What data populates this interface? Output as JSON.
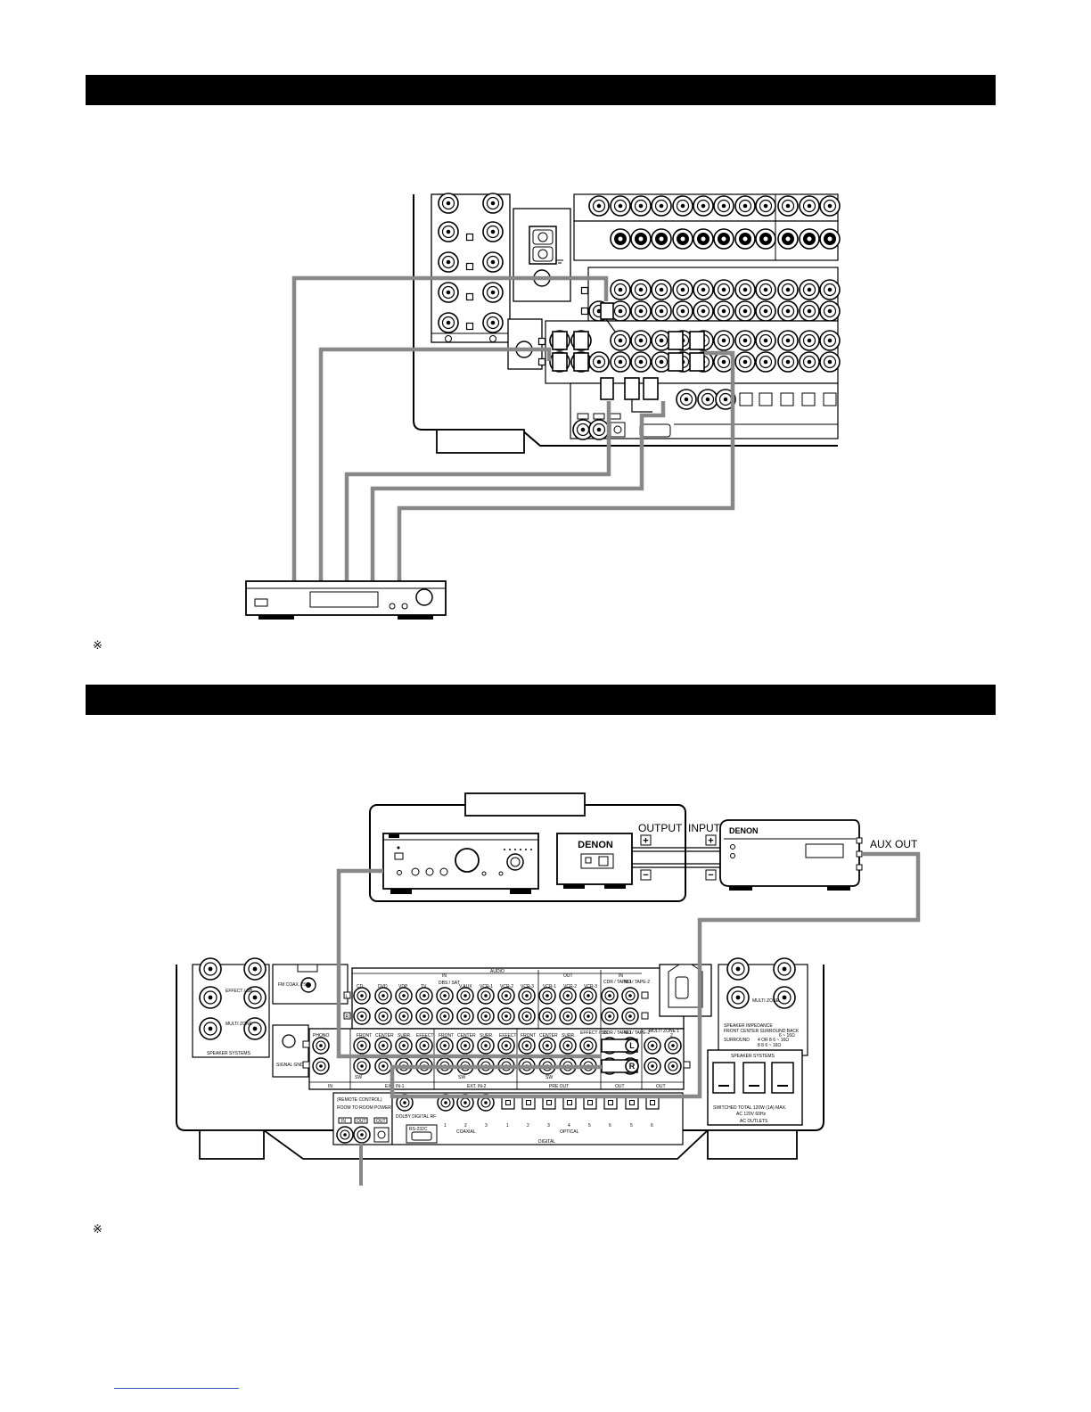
{
  "page": {
    "note_mark_1": "※",
    "note_mark_2": "※"
  },
  "diagram2": {
    "brand_amp": "DENON",
    "brand_remote_unit": "DENON",
    "output_label": "OUTPUT",
    "input_label": "INPUT",
    "aux_out_label": "AUX OUT",
    "plus_sign": "+",
    "minus_sign": "−",
    "panel": {
      "audio": "AUDIO",
      "in": "IN",
      "out": "OUT",
      "in2": "IN",
      "cols_top": [
        "CD",
        "DVD",
        "VDP",
        "TV",
        "DBS / SAT",
        "V.AUX",
        "VCR-1",
        "VCR-2",
        "VCR-3",
        "VCR-1",
        "VCR-2",
        "VCR-3",
        "CDR / TAPE-1",
        "MD / TAPE-2"
      ],
      "cols_bottom": [
        "PHONO",
        "FRONT",
        "CENTER",
        "SURR.",
        "EFFECT",
        "FRONT",
        "CENTER",
        "SURR.",
        "EFFECT",
        "FRONT",
        "CENTER",
        "SURR.",
        "EFFECT / SB",
        "CDR / TAPE-1",
        "MD / TAPE-2",
        "MULTI ZONE 1",
        "2"
      ],
      "sections": [
        "IN",
        "EXT. IN-1",
        "EXT. IN-2",
        "PRE OUT",
        "OUT",
        "OUT"
      ],
      "sw": "SW",
      "effect_sb": "EFFECT / SB",
      "multi_zone": "MULTI ZONE",
      "speaker_systems": "SPEAKER SYSTEMS",
      "signal_gnd": "SIGNAL GND",
      "fm_coax": "FM COAX. 75Ω",
      "remote_control": "(REMOTE CONTROL)",
      "room_to_room": "ROOM TO ROOM",
      "power_amp": "POWER AMP",
      "rc_in": "IN",
      "rc_out": "OUT",
      "rc_out2": "OUT",
      "dolby_digital_rf": "DOLBY DIGITAL RF",
      "rs232c": "RS-232C",
      "coaxial": "COAXIAL",
      "optical": "OPTICAL",
      "digital": "DIGITAL",
      "digital_nums": [
        "1",
        "2",
        "3",
        "1",
        "2",
        "3",
        "4",
        "5",
        "6",
        "5",
        "6"
      ],
      "speaker_impedance": "SPEAKER IMPEDANCE",
      "impedance_cols": "FRONT  CENTER  SURROUND BACK",
      "impedance_row1": "6 ~ 16Ω",
      "surround": "SURROUND",
      "impedance_row2": "4 OR 8   6 ~ 16Ω",
      "impedance_row3": "8   8   6 ~ 16Ω",
      "switched": "SWITCHED TOTAL 120W (1A) MAX.",
      "ac": "AC 120V 60Hz",
      "ac_outlets": "AC OUTLETS",
      "l": "L",
      "r": "R"
    }
  }
}
